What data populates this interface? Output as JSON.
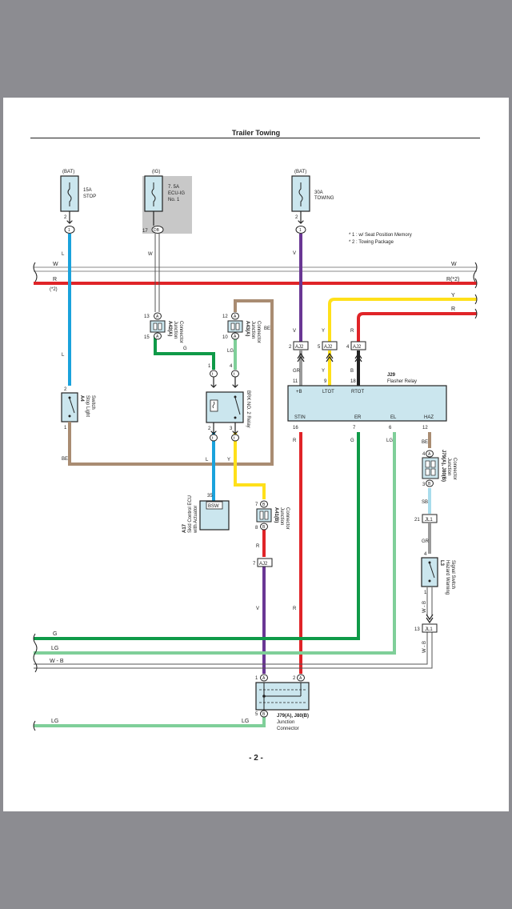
{
  "page_title": "Trailer Towing",
  "page_number": "- 2 -",
  "notes": [
    "* 1 : w/ Seat Position Memory",
    "* 2 : Towing Package"
  ],
  "colors": {
    "blue": "#1aa2dc",
    "red": "#e02428",
    "green": "#0f9a48",
    "lightgreen": "#7fcf99",
    "yellow": "#ffe01a",
    "purple": "#6a3794",
    "tan": "#a98c72",
    "gray": "#9a9a9a",
    "black": "#222222",
    "lightblue": "#a8dcec",
    "component_fill": "#cbe6ee",
    "shade": "#c8c8c8"
  },
  "fuses": {
    "stop": {
      "source": "(BAT)",
      "rating": "15A",
      "name": "STOP",
      "pin_out": "2",
      "junction": "1"
    },
    "ecu_ig": {
      "source": "(IG)",
      "rating": "7. 5A",
      "name": "ECU-IG",
      "name2": "No. 1",
      "pin_out": "17",
      "junction": "DB"
    },
    "towing": {
      "source": "(BAT)",
      "rating": "30A",
      "name": "TOWING",
      "pin_out": "2",
      "junction": "1"
    }
  },
  "buses": {
    "w": {
      "left": "W",
      "right": "W"
    },
    "r": {
      "left": "R",
      "left_sub": "(*2)",
      "right": "R(*2)"
    },
    "y": {
      "right": "Y"
    },
    "r2": {
      "right": "R"
    },
    "bottom_g": "G",
    "bottom_lg": "LG",
    "bottom_wb": "W - B",
    "bottom_lg2": "LG",
    "bottom_lg2_right": "LG"
  },
  "wire_labels": {
    "stop_L_top": "L",
    "stop_L_mid": "L",
    "ig_W": "W",
    "be_vert": "BE",
    "be_bottom": "BE",
    "towing_V": "V",
    "g_junction": "G",
    "lg_junction": "LG",
    "aj2_gr": "GR",
    "aj2_y": "Y",
    "aj2_b": "B",
    "aj2_v": "V",
    "aj2_y2": "Y",
    "aj2_r": "R",
    "relay_L": "L",
    "relay_Y": "Y",
    "stin_R": "R",
    "er_G": "G",
    "el_LG": "LG",
    "haz_BE": "BE",
    "sb": "SB",
    "gr2": "GR",
    "wb": "W - B",
    "wb2": "W - B",
    "a41_R": "R",
    "a41_V": "V",
    "r_bottom": "R"
  },
  "connectors": {
    "aj2": "AJ2",
    "jl1": "JL1",
    "a": "A",
    "b": "B",
    "t": "t"
  },
  "junction_a42": {
    "code": "A42(A)",
    "name": "Junction",
    "name2": "Connector",
    "pin_top": "13",
    "pin_bot": "15"
  },
  "junction_a43": {
    "code": "A43(A)",
    "name": "Junction",
    "name2": "Connector",
    "pin_top": "12",
    "pin_bot": "10"
  },
  "switch_a4": {
    "code": "A4",
    "name": "Stop Light",
    "name2": "Switch",
    "pin_top": "2",
    "pin_bot": "1"
  },
  "relay_brk": {
    "name": "BRK NO. 2 Relay",
    "p1": "1",
    "p4": "4",
    "p2": "2",
    "p3": "3"
  },
  "ecu_a17": {
    "code": "A17",
    "name": "Skid Control ECU",
    "name2": "with Actuator",
    "pin": "35",
    "terminal": "BSW"
  },
  "junction_a41": {
    "code": "A41(B)",
    "name": "Junction",
    "name2": "Connector",
    "pin_top": "7",
    "pin_bot": "8",
    "pin_aj2": "7"
  },
  "flasher_j29": {
    "code": "J29",
    "name": "Flasher Relay",
    "top_pins": [
      "11",
      "9",
      "18"
    ],
    "top_terms": [
      "+B",
      "LTOT",
      "RTOT"
    ],
    "bot_terms": [
      "STIN",
      "ER",
      "EL",
      "HAZ"
    ],
    "bot_pins": [
      "16",
      "7",
      "6",
      "12"
    ],
    "aj2_pins": [
      "2",
      "5",
      "4"
    ]
  },
  "junction_j79": {
    "code": "J79(A), J80(B)",
    "name": "Junction",
    "name2": "Connector",
    "pin_top": "4",
    "pin_bot": "3"
  },
  "jl1_pin": "21",
  "switch_l3": {
    "code": "L3",
    "name": "Hazard Warning",
    "name2": "Signal Switch",
    "pin_top": "4",
    "pin_bot": "1"
  },
  "jl1_bottom_pin": "13",
  "junction_j79_bottom": {
    "code": "J79(A), J80(B)",
    "name": "Junction",
    "name2": "Connector",
    "p1": "1",
    "p2": "2",
    "p5": "5"
  }
}
